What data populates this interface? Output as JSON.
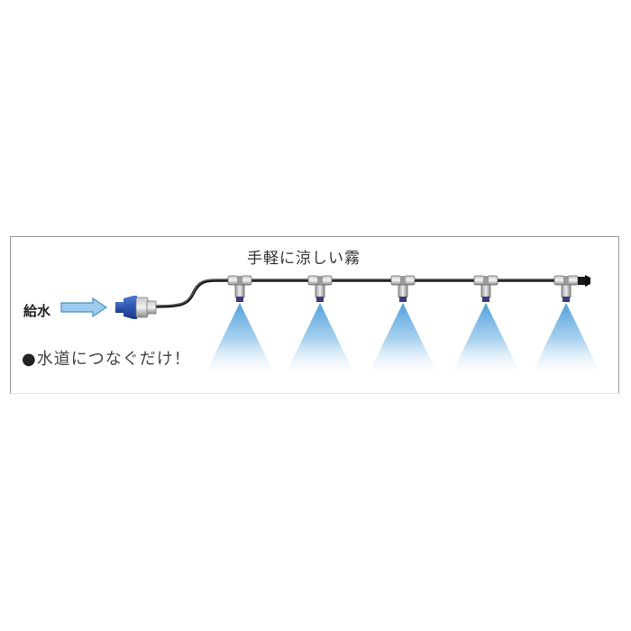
{
  "diagram": {
    "title": "手軽に涼しい霧",
    "supply_label": "給水",
    "note_bullet": "●",
    "note_text": "水道につなぐだけ！",
    "nozzle_count": 5,
    "nozzle_x": [
      266,
      355,
      447,
      539,
      628
    ],
    "colors": {
      "frame": "#9a9a9a",
      "pipe": "#1a1a1a",
      "fitting": "#8c8c8c",
      "nozzle_tip": "#3d3a7a",
      "spray": "#5aa6dd",
      "arrow_fill": "#9dcbed",
      "arrow_stroke": "#4d8fc4",
      "connector_blue": "#2d55b0"
    }
  }
}
